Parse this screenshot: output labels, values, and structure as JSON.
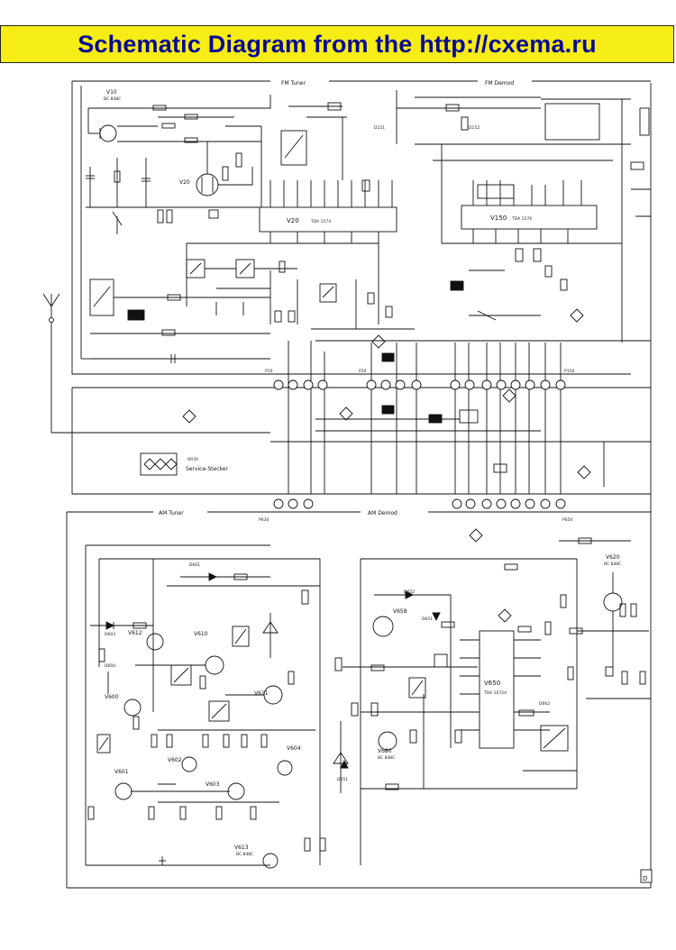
{
  "banner": {
    "title": "Schematic Diagram from the http://cxema.ru"
  },
  "sections": {
    "fm_tuner": "FM Tuner",
    "fm_demod": "FM Demod",
    "am_tuner": "AM Tuner",
    "am_demod": "AM Demod"
  },
  "ics": {
    "v20": "V20",
    "v20_sub": "TDA 1574",
    "v150": "V150",
    "v150_sub": "TDA 1576",
    "v650": "V650",
    "v650_sub": "TDA 1072A"
  },
  "connectors": {
    "p10": "P10",
    "p20": "P20",
    "p150": "P150",
    "p630": "P630",
    "p650": "P650"
  },
  "service": {
    "ref": "RR30",
    "label": "Service-Stecker"
  },
  "transistors": {
    "v10": "V10",
    "v10_type": "BC 848C",
    "v20t": "V20",
    "v602": "V612",
    "v600": "V600",
    "v601": "V601",
    "v602b": "V602",
    "v603": "V603",
    "v604": "V604",
    "v610": "V610",
    "v611": "V611",
    "v613": "V613",
    "v613_type": "BC 848C",
    "v620": "V620",
    "v620_type": "BC 848C",
    "v658": "V658",
    "v680": "V680",
    "v680_type": "BC 848C"
  },
  "diodes": {
    "d151": "D151",
    "d152": "D152",
    "d601": "D601",
    "d603": "D603",
    "d604": "D604",
    "d651": "D651",
    "d652": "D652",
    "d662": "D662"
  },
  "corner_mark": "D"
}
